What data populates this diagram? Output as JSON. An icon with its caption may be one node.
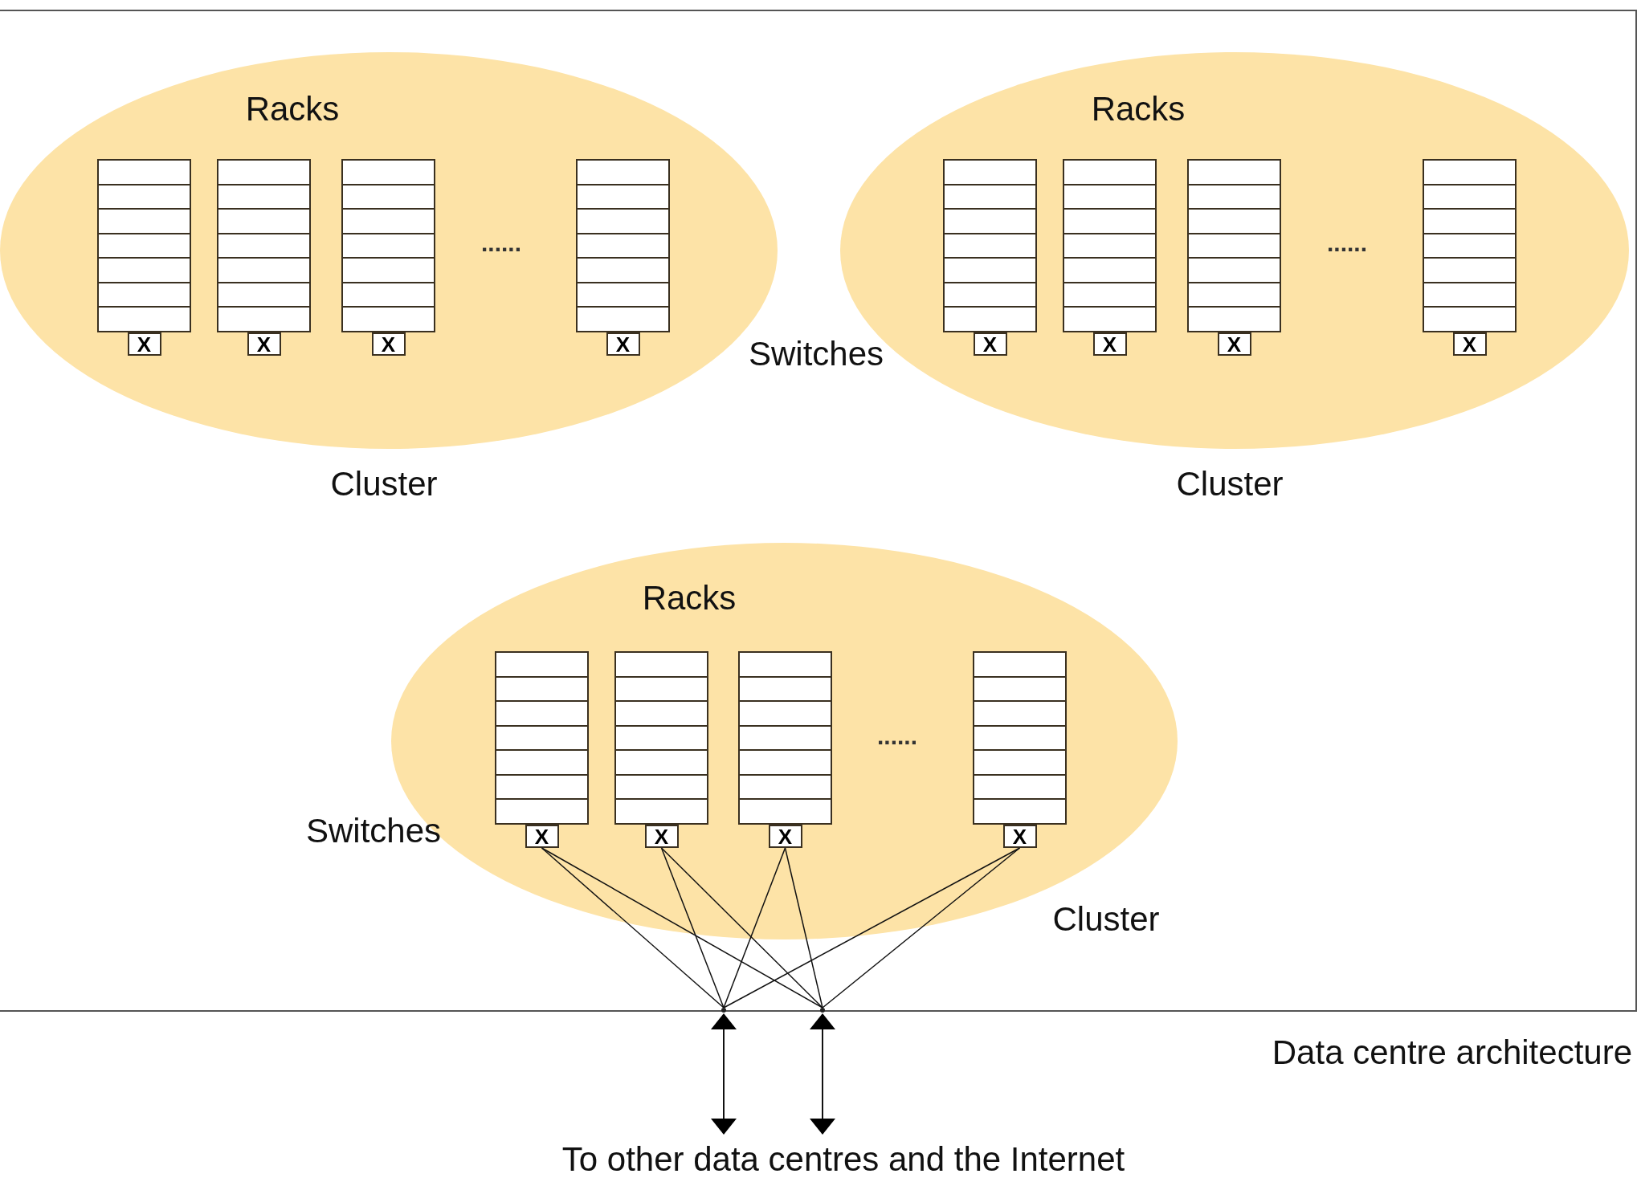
{
  "diagram": {
    "caption": "Data centre architecture",
    "nodes": [
      {
        "text": [
          "Racks",
          "Cluster"
        ]
      },
      {
        "text": [],
        "shape": "box",
        "in": 0
      },
      {
        "text": [],
        "shape": "box",
        "in": 0
      },
      {
        "text": [],
        "shape": "box",
        "in": 0
      },
      {
        "text": [],
        "shape": "box",
        "in": 0
      },
      {
        "text": [
          "X"
        ],
        "in": 0
      },
      {
        "text": [
          "X"
        ],
        "in": 0
      },
      {
        "text": [
          "X"
        ],
        "in": 0
      },
      {
        "text": [
          "X"
        ],
        "in": 0
      },
      {
        "text": [
          "Racks",
          "Cluster"
        ]
      },
      {
        "text": [],
        "shape": "box",
        "in": 9
      },
      {
        "text": [],
        "shape": "box",
        "in": 9
      },
      {
        "text": [],
        "shape": "box",
        "in": 9
      },
      {
        "text": [],
        "shape": "box",
        "in": 9
      },
      {
        "text": [
          "X"
        ],
        "in": 9
      },
      {
        "text": [
          "X"
        ],
        "in": 9
      },
      {
        "text": [
          "X"
        ],
        "in": 9
      },
      {
        "text": [
          "X"
        ],
        "in": 9
      },
      {
        "text": [
          "Racks",
          "Cluster"
        ]
      },
      {
        "text": [],
        "shape": "box",
        "in": 18
      },
      {
        "text": [],
        "shape": "box",
        "in": 18
      },
      {
        "text": [],
        "shape": "box",
        "in": 18
      },
      {
        "text": [],
        "shape": "box",
        "in": 18
      },
      {
        "text": [
          "X"
        ],
        "in": 18
      },
      {
        "text": [
          "X"
        ],
        "in": 18
      },
      {
        "text": [
          "X"
        ],
        "in": 18
      },
      {
        "text": [
          "X"
        ],
        "in": 18
      },
      {
        "text": [],
        "shape": "point"
      },
      {
        "text": [],
        "shape": "point"
      },
      {
        "text": [
          "To other data centres and the Internet"
        ]
      }
    ],
    "edges": [
      {
        "from": 23,
        "to": 27,
        "arrow": "none"
      },
      {
        "from": 23,
        "to": 28,
        "arrow": "none"
      },
      {
        "from": 24,
        "to": 27,
        "arrow": "none"
      },
      {
        "from": 24,
        "to": 28,
        "arrow": "none"
      },
      {
        "from": 25,
        "to": 27,
        "arrow": "none"
      },
      {
        "from": 25,
        "to": 28,
        "arrow": "none"
      },
      {
        "from": 26,
        "to": 27,
        "arrow": "none"
      },
      {
        "from": 26,
        "to": 28,
        "arrow": "none"
      },
      {
        "from": 27,
        "to": 29,
        "arrow": "both"
      },
      {
        "from": 28,
        "to": 29,
        "arrow": "both"
      }
    ],
    "labels": [
      "......",
      "......",
      "Switches",
      "......",
      "Switches"
    ]
  }
}
